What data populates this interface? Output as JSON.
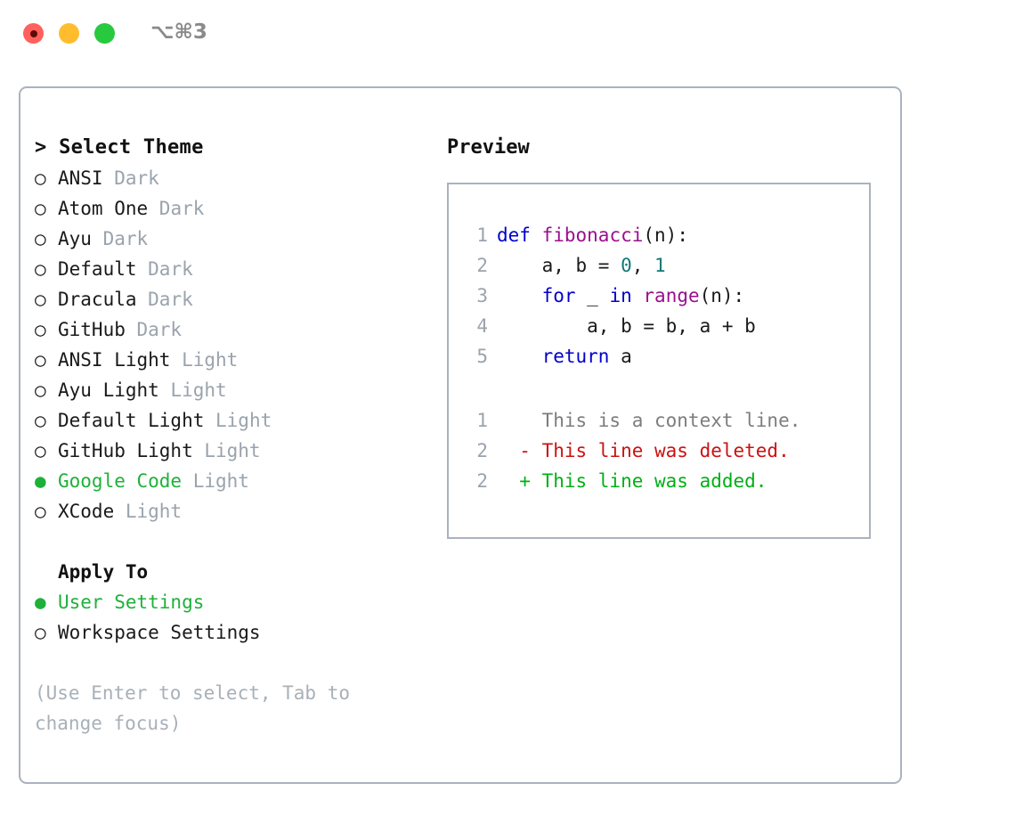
{
  "window": {
    "shortcut_label": "⌥⌘3",
    "traffic_lights": [
      "close-red",
      "minimize-yellow",
      "zoom-green"
    ]
  },
  "theme_selector": {
    "header": "> Select Theme",
    "items": [
      {
        "marker": "○",
        "label": "ANSI",
        "tag": "Dark",
        "selected": false
      },
      {
        "marker": "○",
        "label": "Atom One",
        "tag": "Dark",
        "selected": false
      },
      {
        "marker": "○",
        "label": "Ayu",
        "tag": "Dark",
        "selected": false
      },
      {
        "marker": "○",
        "label": "Default",
        "tag": "Dark",
        "selected": false
      },
      {
        "marker": "○",
        "label": "Dracula",
        "tag": "Dark",
        "selected": false
      },
      {
        "marker": "○",
        "label": "GitHub",
        "tag": "Dark",
        "selected": false
      },
      {
        "marker": "○",
        "label": "ANSI Light",
        "tag": "Light",
        "selected": false
      },
      {
        "marker": "○",
        "label": "Ayu Light",
        "tag": "Light",
        "selected": false
      },
      {
        "marker": "○",
        "label": "Default Light",
        "tag": "Light",
        "selected": false
      },
      {
        "marker": "○",
        "label": "GitHub Light",
        "tag": "Light",
        "selected": false
      },
      {
        "marker": "●",
        "label": "Google Code",
        "tag": "Light",
        "selected": true
      },
      {
        "marker": "○",
        "label": "XCode",
        "tag": "Light",
        "selected": false
      }
    ]
  },
  "apply_to": {
    "header": "Apply To",
    "items": [
      {
        "marker": "●",
        "label": "User Settings",
        "selected": true
      },
      {
        "marker": "○",
        "label": "Workspace Settings",
        "selected": false
      }
    ]
  },
  "hint": {
    "line1": "(Use Enter to select, Tab to",
    "line2": "change focus)"
  },
  "preview": {
    "title": "Preview",
    "code_lines": [
      {
        "no": "1",
        "indent": "",
        "tokens": [
          {
            "t": "def",
            "c": "kw"
          },
          {
            "t": " ",
            "c": "plain"
          },
          {
            "t": "fibonacci",
            "c": "fn"
          },
          {
            "t": "(n):",
            "c": "plain"
          }
        ]
      },
      {
        "no": "2",
        "indent": "    ",
        "tokens": [
          {
            "t": "a, b = ",
            "c": "plain"
          },
          {
            "t": "0",
            "c": "num"
          },
          {
            "t": ", ",
            "c": "plain"
          },
          {
            "t": "1",
            "c": "num"
          }
        ]
      },
      {
        "no": "3",
        "indent": "    ",
        "tokens": [
          {
            "t": "for",
            "c": "kw"
          },
          {
            "t": " _ ",
            "c": "plain"
          },
          {
            "t": "in",
            "c": "kw"
          },
          {
            "t": " ",
            "c": "plain"
          },
          {
            "t": "range",
            "c": "fn"
          },
          {
            "t": "(n):",
            "c": "plain"
          }
        ]
      },
      {
        "no": "4",
        "indent": "        ",
        "tokens": [
          {
            "t": "a, b = b, a + b",
            "c": "plain"
          }
        ]
      },
      {
        "no": "5",
        "indent": "    ",
        "tokens": [
          {
            "t": "return",
            "c": "kw"
          },
          {
            "t": " a",
            "c": "plain"
          }
        ]
      }
    ],
    "diff_lines": [
      {
        "no": "1",
        "prefix": "  ",
        "text": "This is a context line.",
        "kind": "ctx"
      },
      {
        "no": "2",
        "prefix": "- ",
        "text": "This line was deleted.",
        "kind": "del"
      },
      {
        "no": "2",
        "prefix": "+ ",
        "text": "This line was added.",
        "kind": "add"
      }
    ]
  },
  "colors": {
    "accent_green": "#1eb13a",
    "muted_gray": "#9aa3ad",
    "border": "#aab2bf",
    "keyword_blue": "#0000cc",
    "function_magenta": "#9a0f8f",
    "number_teal": "#0d7a77",
    "diff_red": "#cc1111",
    "diff_green": "#00b014",
    "traffic_red": "#ff605c",
    "traffic_yellow": "#ffbd2e",
    "traffic_green": "#27c93f"
  }
}
